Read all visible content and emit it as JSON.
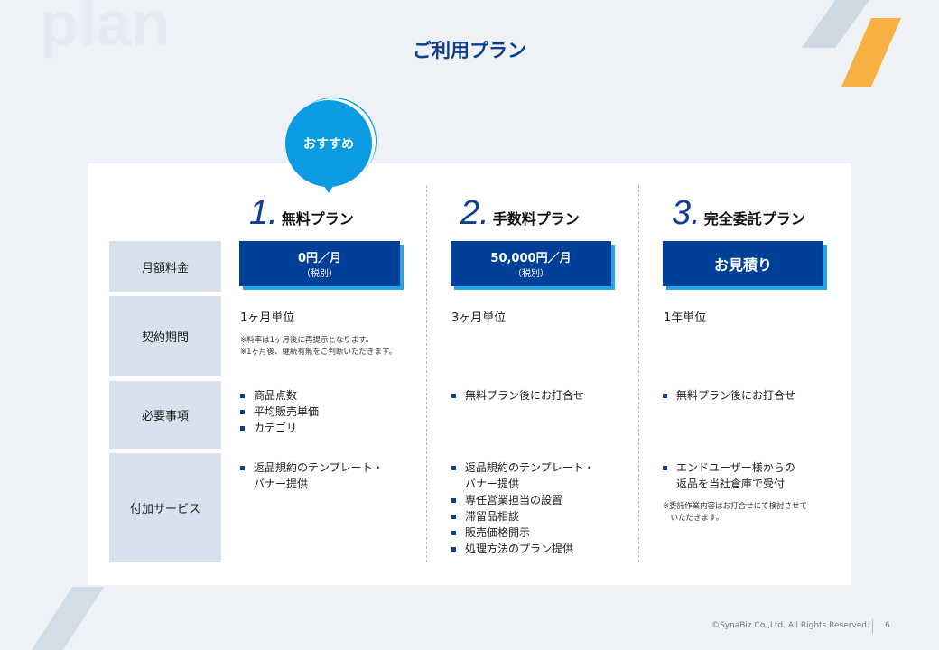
{
  "watermark": "plan",
  "title": "ご利用プラン",
  "badge": "おすすめ",
  "labels": [
    "月額料金",
    "契約期間",
    "必要事項",
    "付加サービス"
  ],
  "plans": [
    {
      "num": "1.",
      "name": "無料プラン",
      "price": "0円／月",
      "tax": "（税別）",
      "period": "1ヶ月単位",
      "notes": [
        "※料率は1ヶ月後に再提示となります。",
        "※1ヶ月後、継続有無をご判断いただきます。"
      ],
      "requirements": [
        "商品点数",
        "平均販売単価",
        "カテゴリ"
      ],
      "services": [
        "返品規約のテンプレート・\nバナー提供"
      ]
    },
    {
      "num": "2.",
      "name": "手数料プラン",
      "price": "50,000円／月",
      "tax": "（税別）",
      "period": "3ヶ月単位",
      "requirements": [
        "無料プラン後にお打合せ"
      ],
      "services": [
        "返品規約のテンプレート・\nバナー提供",
        "専任営業担当の設置",
        "滞留品相談",
        "販売価格開示",
        "処理方法のプラン提供"
      ]
    },
    {
      "num": "3.",
      "name": "完全委託プラン",
      "price": "お見積り",
      "period": "1年単位",
      "requirements": [
        "無料プラン後にお打合せ"
      ],
      "services": [
        "エンドユーザー様からの\n返品を当社倉庫で受付"
      ],
      "service_note": "※委託作業内容はお打合せにて検討させて\n　いただきます。"
    }
  ],
  "footer": {
    "copyright": "©SynaBiz Co.,Ltd. All Rights Reserved.",
    "page": "6"
  },
  "colors": {
    "navy": "#003f98",
    "accent": "#0a9be3",
    "orange": "#f9b042"
  }
}
